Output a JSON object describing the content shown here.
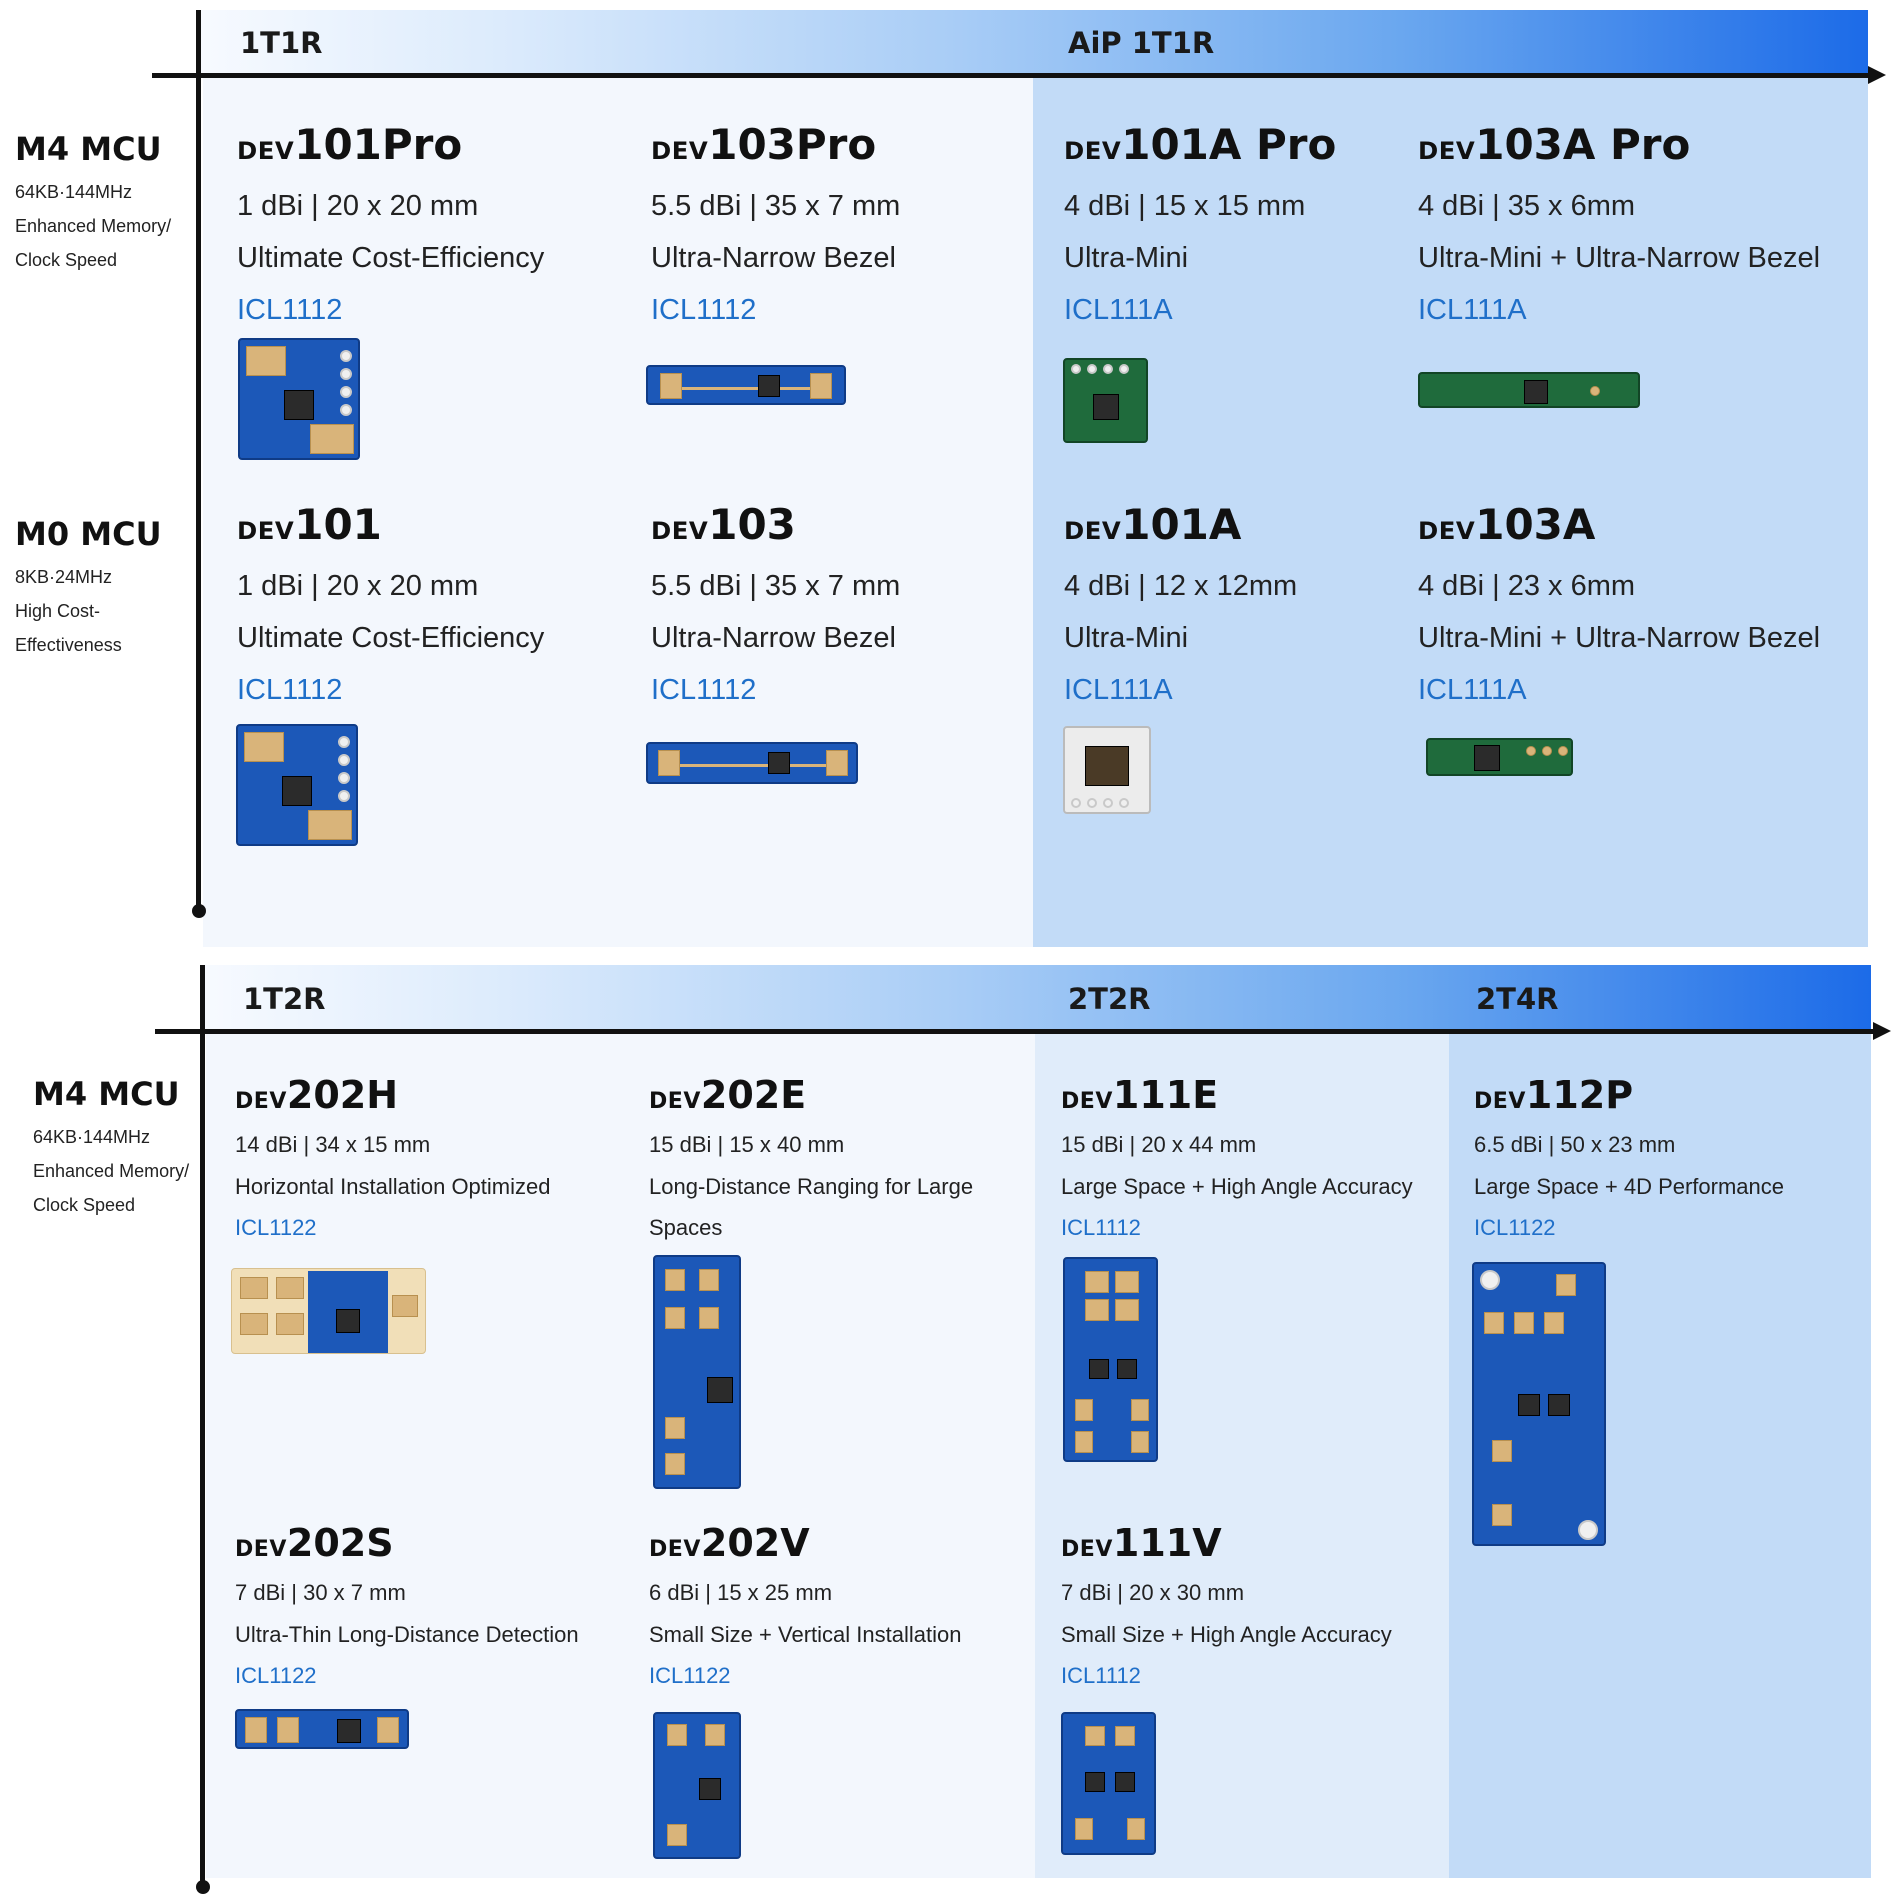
{
  "top": {
    "headers": [
      "1T1R",
      "AiP 1T1R"
    ],
    "rows": [
      {
        "mcu": "M4 MCU",
        "lines": [
          "64KB·144MHz",
          "Enhanced Memory/",
          "Clock Speed"
        ]
      },
      {
        "mcu": "M0 MCU",
        "lines": [
          "8KB·24MHz",
          "High Cost-",
          "Effectiveness"
        ]
      }
    ],
    "products": [
      {
        "prefix": "DEV",
        "model": "101Pro",
        "spec": "1 dBi | 20 x 20 mm",
        "feature": "Ultimate Cost-Efficiency",
        "chip": "ICL1112"
      },
      {
        "prefix": "DEV",
        "model": "103Pro",
        "spec": "5.5 dBi | 35 x 7 mm",
        "feature": "Ultra-Narrow Bezel",
        "chip": "ICL1112"
      },
      {
        "prefix": "DEV",
        "model": "101A Pro",
        "spec": "4 dBi | 15 x 15 mm",
        "feature": "Ultra-Mini",
        "chip": "ICL111A"
      },
      {
        "prefix": "DEV",
        "model": "103A Pro",
        "spec": "4 dBi | 35 x 6mm",
        "feature": "Ultra-Mini + Ultra-Narrow Bezel",
        "chip": "ICL111A"
      },
      {
        "prefix": "DEV",
        "model": "101",
        "spec": "1 dBi | 20 x 20 mm",
        "feature": "Ultimate Cost-Efficiency",
        "chip": "ICL1112"
      },
      {
        "prefix": "DEV",
        "model": "103",
        "spec": "5.5 dBi | 35 x 7 mm",
        "feature": "Ultra-Narrow Bezel",
        "chip": "ICL1112"
      },
      {
        "prefix": "DEV",
        "model": "101A",
        "spec": "4 dBi | 12 x 12mm",
        "feature": "Ultra-Mini",
        "chip": "ICL111A"
      },
      {
        "prefix": "DEV",
        "model": "103A",
        "spec": "4 dBi | 23 x 6mm",
        "feature": "Ultra-Mini + Ultra-Narrow Bezel",
        "chip": "ICL111A"
      }
    ]
  },
  "bottom": {
    "headers": [
      "1T2R",
      "2T2R",
      "2T4R"
    ],
    "row": {
      "mcu": "M4 MCU",
      "lines": [
        "64KB·144MHz",
        "Enhanced Memory/",
        "Clock Speed"
      ]
    },
    "products": [
      {
        "prefix": "DEV",
        "model": "202H",
        "spec": "14 dBi | 34 x 15 mm",
        "feature": "Horizontal Installation Optimized",
        "feature2": "",
        "chip": "ICL1122"
      },
      {
        "prefix": "DEV",
        "model": "202E",
        "spec": "15 dBi | 15 x 40 mm",
        "feature": "Long-Distance Ranging for Large",
        "feature2": "Spaces",
        "chip": ""
      },
      {
        "prefix": "DEV",
        "model": "111E",
        "spec": "15 dBi | 20 x 44 mm",
        "feature": "Large Space + High Angle Accuracy",
        "feature2": "",
        "chip": "ICL1112"
      },
      {
        "prefix": "DEV",
        "model": "112P",
        "spec": "6.5 dBi | 50 x 23 mm",
        "feature": "Large Space + 4D Performance",
        "feature2": "",
        "chip": "ICL1122"
      },
      {
        "prefix": "DEV",
        "model": "202S",
        "spec": "7 dBi | 30 x 7 mm",
        "feature": "Ultra-Thin Long-Distance Detection",
        "feature2": "",
        "chip": "ICL1122"
      },
      {
        "prefix": "DEV",
        "model": "202V",
        "spec": "6 dBi | 15 x 25 mm",
        "feature": "Small Size + Vertical Installation",
        "feature2": "",
        "chip": "ICL1122"
      },
      {
        "prefix": "DEV",
        "model": "111V",
        "spec": "7 dBi | 20 x 30 mm",
        "feature": "Small Size + High Angle Accuracy",
        "feature2": "",
        "chip": "ICL1112"
      }
    ]
  },
  "colors": {
    "chip_link": "#1f6fc9",
    "panel_light": "#f3f7fd",
    "panel_mid": "#e0ecfa",
    "panel_strong": "#c2dbf7",
    "header_end": "#1c6be8"
  }
}
